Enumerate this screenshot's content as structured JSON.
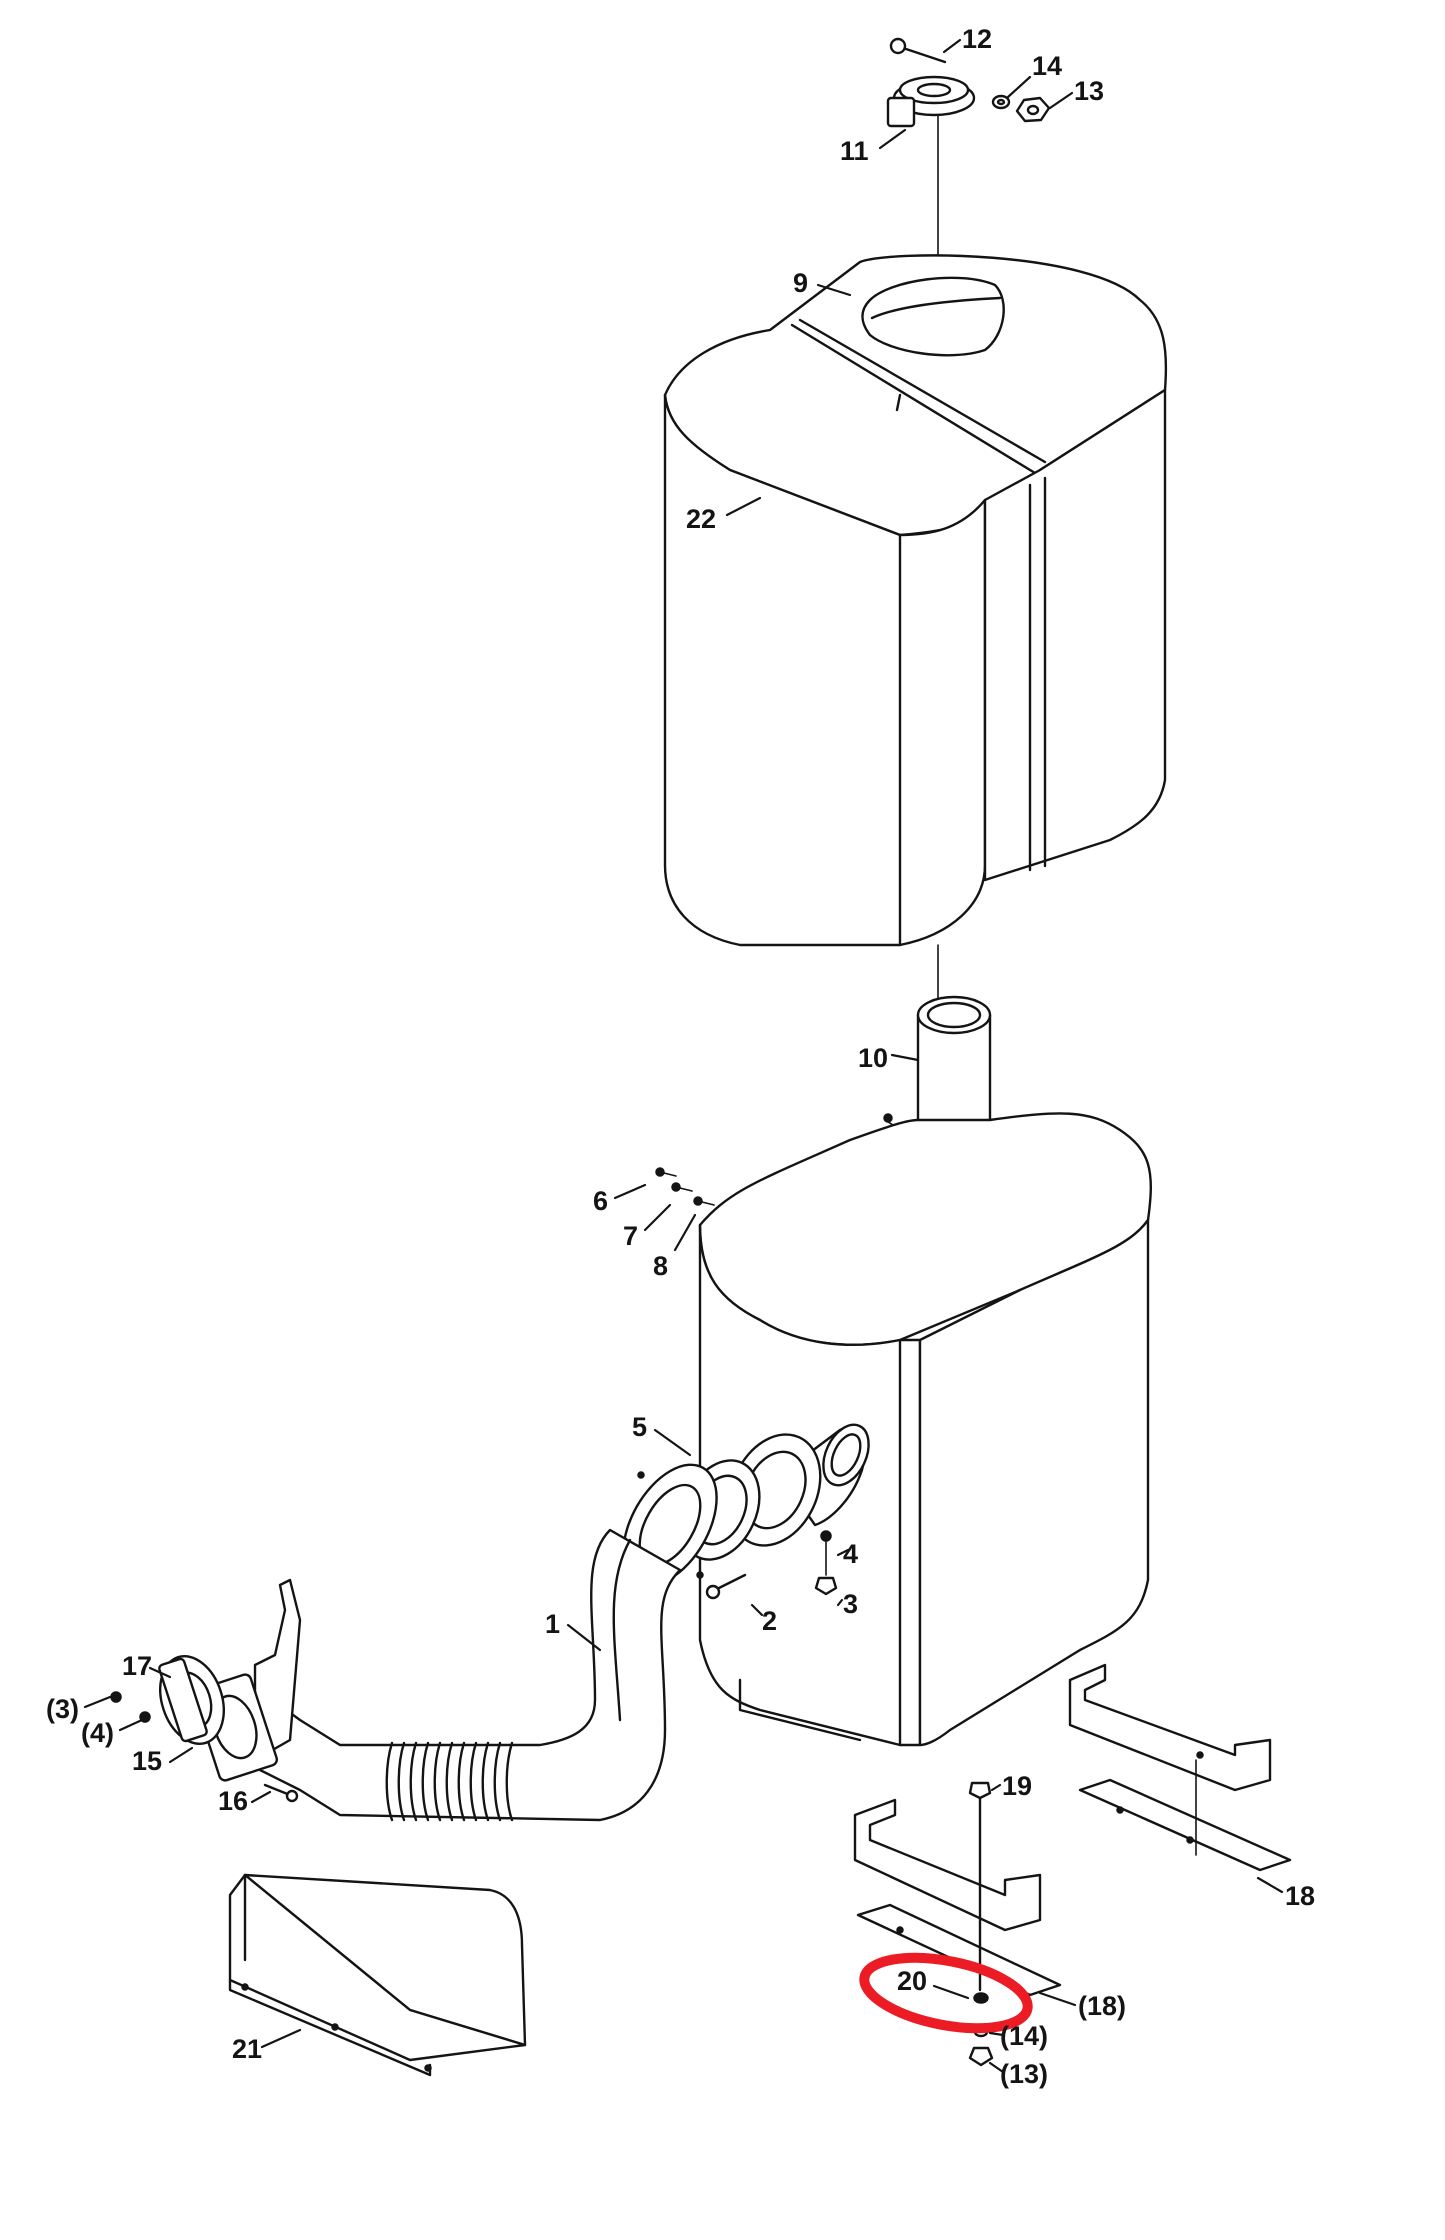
{
  "highlight": {
    "color": "#ec1c24",
    "target": "20"
  },
  "callouts": [
    {
      "id": "c12",
      "text": "12"
    },
    {
      "id": "c14a",
      "text": "14"
    },
    {
      "id": "c13a",
      "text": "13"
    },
    {
      "id": "c11",
      "text": "11"
    },
    {
      "id": "c9",
      "text": "9"
    },
    {
      "id": "c22",
      "text": "22"
    },
    {
      "id": "c10",
      "text": "10"
    },
    {
      "id": "c6",
      "text": "6"
    },
    {
      "id": "c7",
      "text": "7"
    },
    {
      "id": "c8",
      "text": "8"
    },
    {
      "id": "c5",
      "text": "5"
    },
    {
      "id": "c4a",
      "text": "4"
    },
    {
      "id": "c3a",
      "text": "3"
    },
    {
      "id": "c2",
      "text": "2"
    },
    {
      "id": "c1",
      "text": "1"
    },
    {
      "id": "c17",
      "text": "17"
    },
    {
      "id": "c3b",
      "text": "(3)"
    },
    {
      "id": "c4b",
      "text": "(4)"
    },
    {
      "id": "c15",
      "text": "15"
    },
    {
      "id": "c16",
      "text": "16"
    },
    {
      "id": "c19",
      "text": "19"
    },
    {
      "id": "c18a",
      "text": "18"
    },
    {
      "id": "c20",
      "text": "20"
    },
    {
      "id": "c18b",
      "text": "(18)"
    },
    {
      "id": "c14b",
      "text": "(14)"
    },
    {
      "id": "c13b",
      "text": "(13)"
    },
    {
      "id": "c21",
      "text": "21"
    }
  ]
}
